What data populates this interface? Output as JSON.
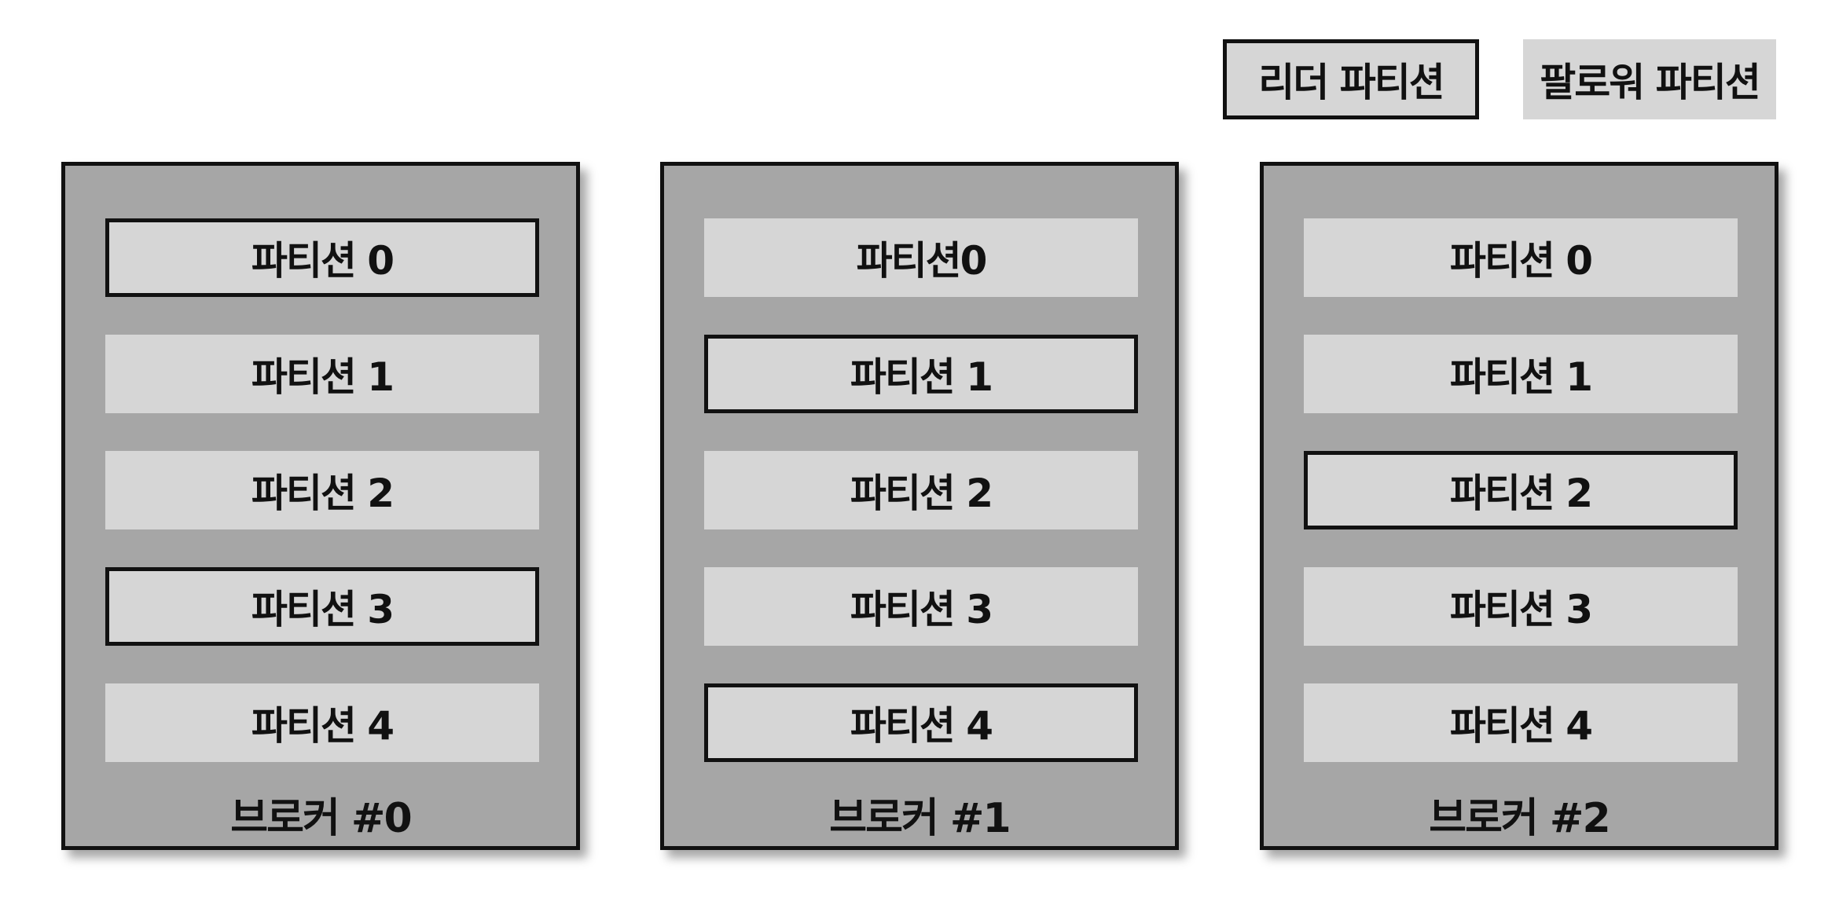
{
  "legend": {
    "leader_label": "리더 파티션",
    "follower_label": "팔로워 파티션"
  },
  "brokers": [
    {
      "label": "브로커 #0",
      "partitions": [
        {
          "label": "파티션 0",
          "role": "leader"
        },
        {
          "label": "파티션 1",
          "role": "follower"
        },
        {
          "label": "파티션 2",
          "role": "follower"
        },
        {
          "label": "파티션 3",
          "role": "leader"
        },
        {
          "label": "파티션 4",
          "role": "follower"
        }
      ]
    },
    {
      "label": "브로커 #1",
      "partitions": [
        {
          "label": "파티션0",
          "role": "follower"
        },
        {
          "label": "파티션 1",
          "role": "leader"
        },
        {
          "label": "파티션 2",
          "role": "follower"
        },
        {
          "label": "파티션 3",
          "role": "follower"
        },
        {
          "label": "파티션 4",
          "role": "leader"
        }
      ]
    },
    {
      "label": "브로커 #2",
      "partitions": [
        {
          "label": "파티션 0",
          "role": "follower"
        },
        {
          "label": "파티션 1",
          "role": "follower"
        },
        {
          "label": "파티션 2",
          "role": "leader"
        },
        {
          "label": "파티션 3",
          "role": "follower"
        },
        {
          "label": "파티션 4",
          "role": "follower"
        }
      ]
    }
  ]
}
